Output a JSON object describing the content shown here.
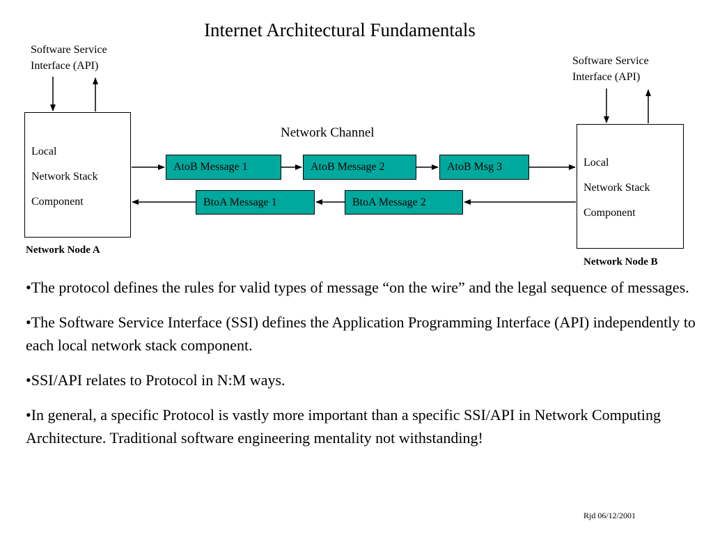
{
  "title": "Internet Architectural Fundamentals",
  "node_a": {
    "ssi_line1": "Software Service",
    "ssi_line2": "Interface (API)",
    "lines": [
      "Local",
      "Network Stack",
      "Component"
    ],
    "label": "Network Node A"
  },
  "node_b": {
    "ssi_line1": "Software Service",
    "ssi_line2": "Interface (API)",
    "lines": [
      "Local",
      "Network Stack",
      "Component"
    ],
    "label": "Network Node B"
  },
  "channel": {
    "label": "Network Channel",
    "atob": [
      "AtoB Message 1",
      "AtoB Message 2",
      "AtoB Msg 3"
    ],
    "btoa": [
      "BtoA Message 1",
      "BtoA Message 2"
    ]
  },
  "colors": {
    "message_fill": "#00a99d"
  },
  "bullets": [
    "•The protocol defines the rules for valid types of message “on the wire” and the legal sequence of messages.",
    "•The Software Service Interface (SSI) defines the Application Programming Interface (API) independently to each local network stack component.",
    "•SSI/API relates to Protocol in N:M ways.",
    "•In general, a specific Protocol is vastly more important than a specific SSI/API in Network Computing Architecture.  Traditional software engineering mentality not withstanding!"
  ],
  "footer": "Rjd  06/12/2001"
}
